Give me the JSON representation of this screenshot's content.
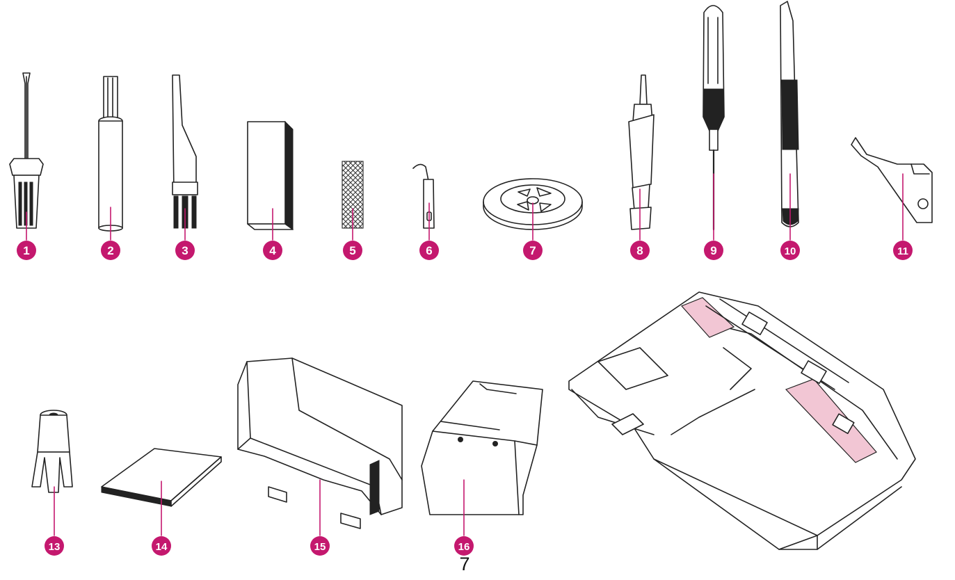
{
  "diagram": {
    "accent_color": "#c4186e",
    "highlight_color": "#f2c6d4",
    "parts": [
      {
        "number": "1",
        "icon": "screwdriver-icon"
      },
      {
        "number": "2",
        "icon": "spool-pin-icon"
      },
      {
        "number": "3",
        "icon": "cleaning-brush-icon"
      },
      {
        "number": "4",
        "icon": "felt-pad-icon"
      },
      {
        "number": "5",
        "icon": "spool-net-icon"
      },
      {
        "number": "6",
        "icon": "threader-hook-icon"
      },
      {
        "number": "7",
        "icon": "spool-cap-icon"
      },
      {
        "number": "8",
        "icon": "needle-inserter-icon"
      },
      {
        "number": "9",
        "icon": "small-screwdriver-icon"
      },
      {
        "number": "10",
        "icon": "tweezers-icon"
      },
      {
        "number": "11",
        "icon": "hex-wrench-icon"
      },
      {
        "number": "13",
        "icon": "spool-holder-icon"
      },
      {
        "number": "14",
        "icon": "cover-pad-icon"
      },
      {
        "number": "15",
        "icon": "waste-tray-icon"
      },
      {
        "number": "16",
        "icon": "table-extension-icon"
      }
    ],
    "unlabeled_part_icon": "looper-cover-unit-icon"
  },
  "page_number": "7"
}
